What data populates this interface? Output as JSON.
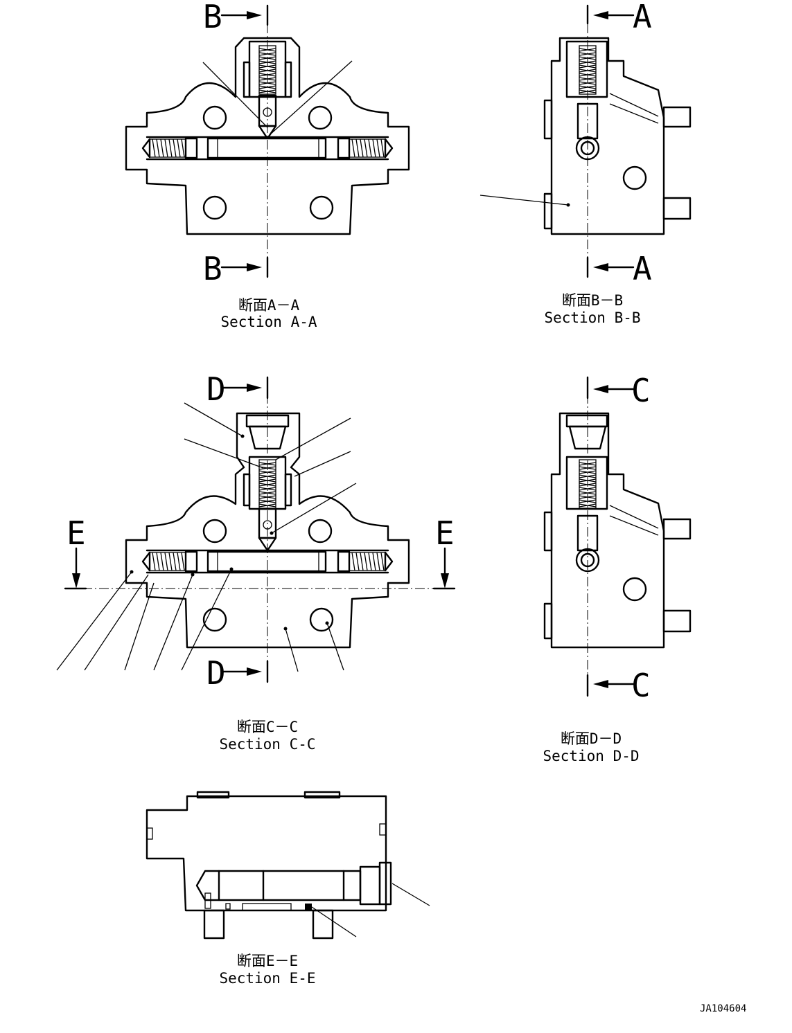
{
  "drawing_id": "JA104604",
  "views": [
    {
      "id": "aa",
      "caption_jp": "断面A－A",
      "caption_en": "Section A-A",
      "cut_letter": "B"
    },
    {
      "id": "bb",
      "caption_jp": "断面B－B",
      "caption_en": "Section B-B",
      "cut_letter": "A"
    },
    {
      "id": "cc",
      "caption_jp": "断面C－C",
      "caption_en": "Section C-C",
      "cut_letter": "D",
      "side_letter": "E"
    },
    {
      "id": "dd",
      "caption_jp": "断面D－D",
      "caption_en": "Section D-D",
      "cut_letter": "C"
    },
    {
      "id": "ee",
      "caption_jp": "断面E－E",
      "caption_en": "Section E-E"
    }
  ]
}
